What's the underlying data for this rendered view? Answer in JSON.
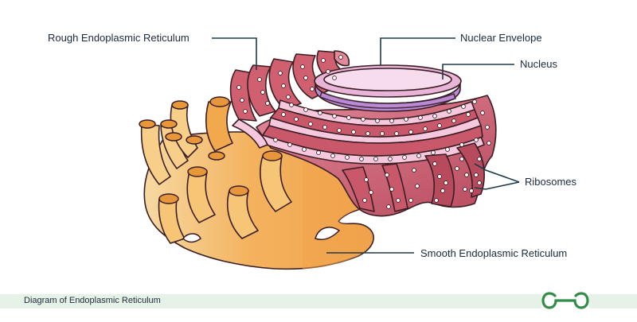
{
  "labels": {
    "rough_er": "Rough Endoplasmic Reticulum",
    "nuclear_envelope": "Nuclear Envelope",
    "nucleus": "Nucleus",
    "ribosomes": "Ribosomes",
    "smooth_er": "Smooth Endoplasmic Reticulum"
  },
  "footer": {
    "caption": "Diagram of Endoplasmic Reticulum",
    "logo_icon": "geeksforgeeks-logo-icon"
  },
  "colors": {
    "smooth_er_fill": "#f4b25e",
    "smooth_er_shade": "#e8963a",
    "rough_er_fill": "#c9586a",
    "rough_er_light": "#e28a9a",
    "rough_er_pink": "#f6c8dd",
    "nucleus_fill": "#f7dcee",
    "nucleus_rim": "#b98ad8",
    "outline": "#3a1e24",
    "ribosome": "#ffffff",
    "leader_line": "#1f3a4a",
    "logo_green": "#2f8d46",
    "footer_band": "#e6f1e8"
  }
}
